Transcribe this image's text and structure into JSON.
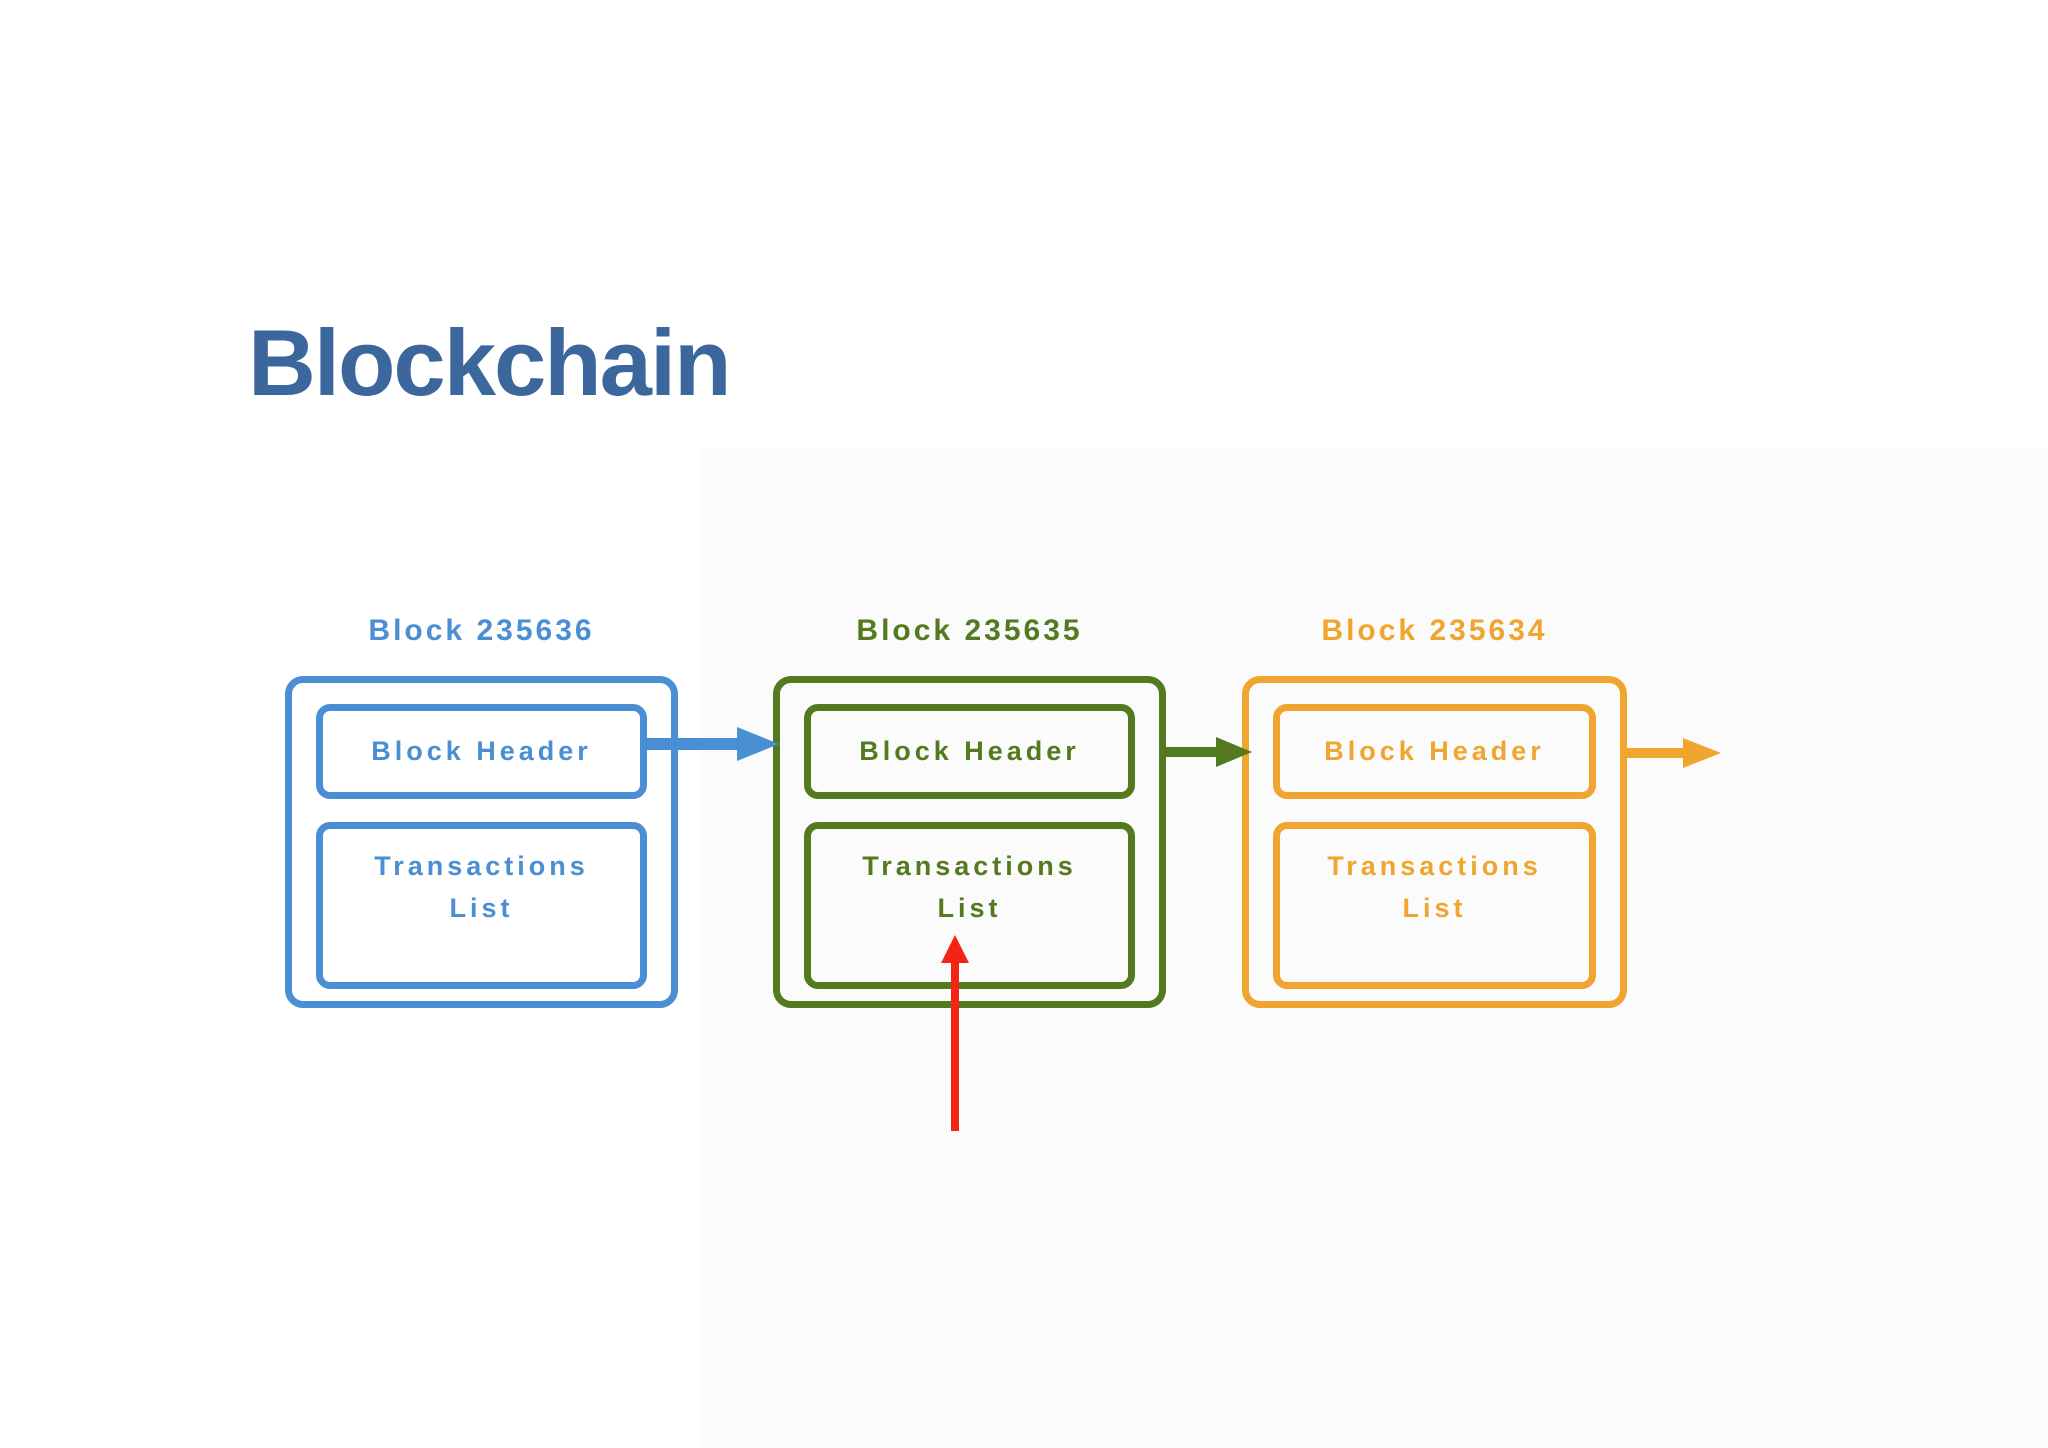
{
  "page": {
    "title": "Blockchain",
    "title_color": "#3c679d",
    "background": "#ffffff",
    "background_tint": "#fbfbfc"
  },
  "blocks": [
    {
      "label": "Block 235636",
      "color": "#4a8ed3",
      "header_label": "Block Header",
      "transactions_label": "Transactions List"
    },
    {
      "label": "Block 235635",
      "color": "#537a1e",
      "header_label": "Block Header",
      "transactions_label": "Transactions List"
    },
    {
      "label": "Block 235634",
      "color": "#efa52f",
      "header_label": "Block Header",
      "transactions_label": "Transactions List"
    }
  ],
  "arrows": {
    "from_235636_header": {
      "color": "#4a8ed3",
      "direction": "right"
    },
    "from_235635_header": {
      "color": "#537a1e",
      "direction": "right"
    },
    "from_235634_header": {
      "color": "#f0a52f",
      "direction": "right"
    },
    "red_pointer": {
      "color": "#f32413",
      "direction": "up",
      "points_at": "Transactions List of Block 235635"
    }
  }
}
